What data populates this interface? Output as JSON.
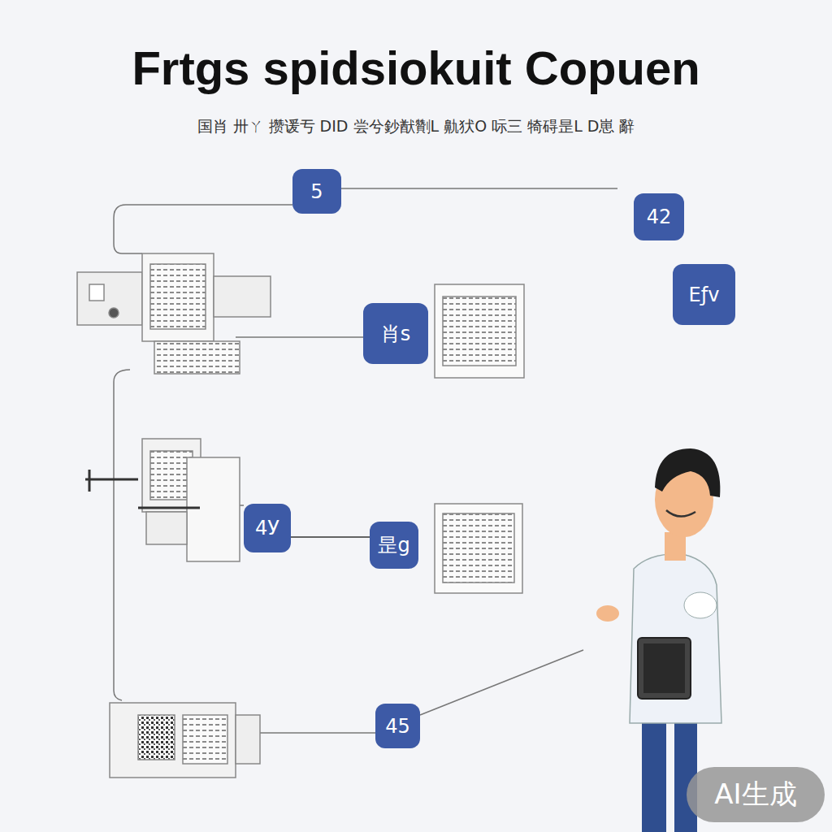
{
  "diagram": {
    "title": "Frtgs spidsiokuit Copuen",
    "caption": "国肖 卅ㄚ 攒谖亐 DID 尝兮鈔猷劗L 鼽犾O 呩三 犄碍昰L D崽 辭",
    "nodes": [
      {
        "text": [
          "5"
        ]
      },
      {
        "text": [
          "42"
        ]
      },
      {
        "text": [
          "Eƒv"
        ]
      },
      {
        "text": [
          "肖s"
        ]
      },
      {
        "text": [
          "4У"
        ]
      },
      {
        "text": [
          "昰g"
        ]
      },
      {
        "text": [
          "45"
        ]
      }
    ],
    "edges": [
      {
        "from": 4,
        "to": 5,
        "arrow": "none"
      }
    ],
    "labels": [
      "AI生成"
    ]
  }
}
